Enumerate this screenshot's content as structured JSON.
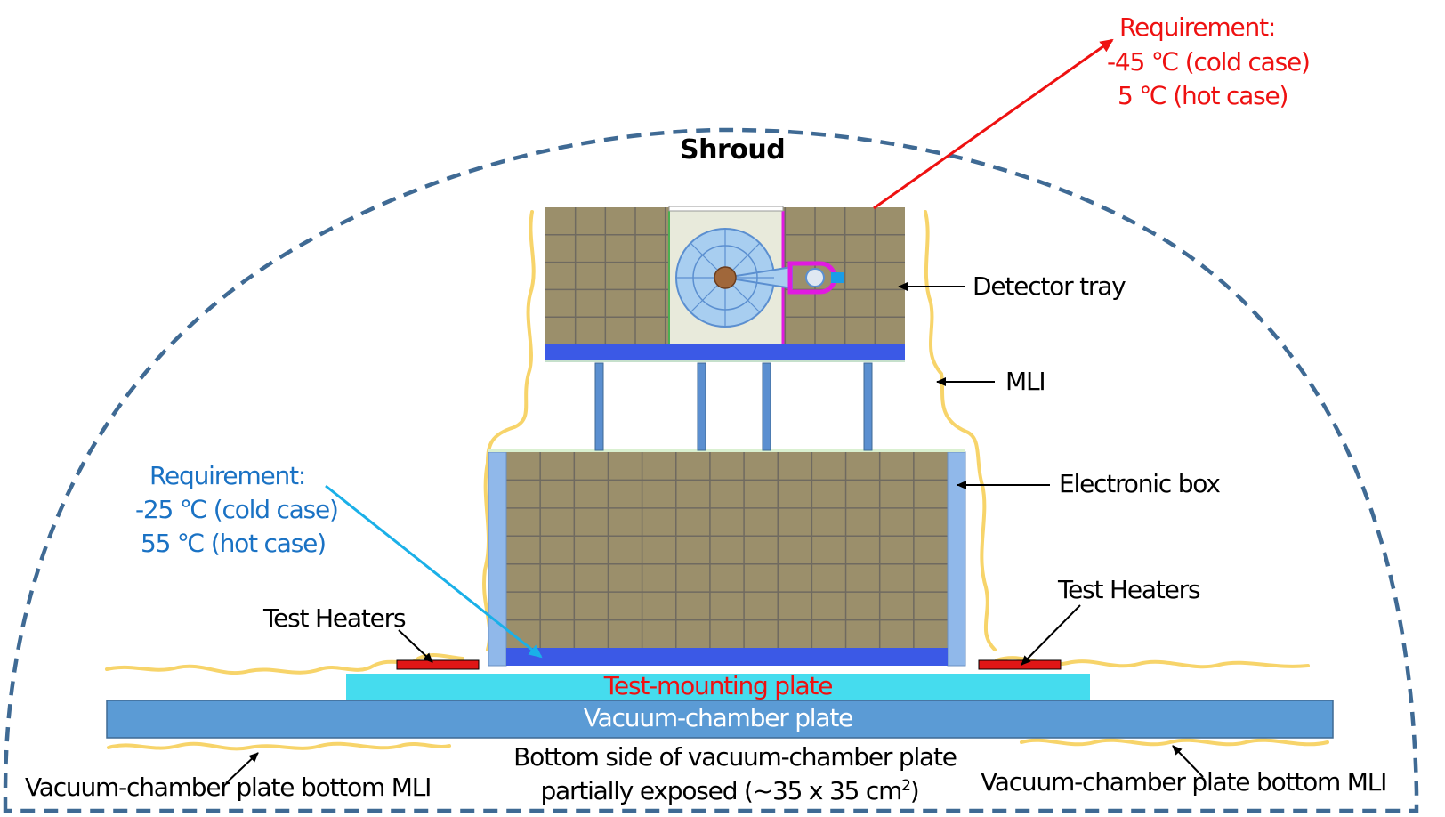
{
  "labels": {
    "shroud": "Shroud",
    "detector_tray": "Detector tray",
    "mli": "MLI",
    "electronic_box": "Electronic box",
    "test_heaters_left": "Test Heaters",
    "test_heaters_right": "Test Heaters",
    "test_mounting_plate": "Test-mounting plate",
    "vacuum_chamber_plate": "Vacuum-chamber plate",
    "bottom_mli_left": "Vacuum-chamber plate bottom MLI",
    "bottom_mli_right": "Vacuum-chamber plate bottom MLI",
    "bottom_side_line1": "Bottom side of vacuum-chamber plate",
    "bottom_side_line2": "partially exposed (~35 x 35 cm",
    "bottom_side_sup": "2",
    "bottom_side_close": ")"
  },
  "requirements": {
    "detector": {
      "title": "Requirement:",
      "cold": "-45 ℃ (cold case)",
      "hot": "5 ℃ (hot case)",
      "color": "#ee1111"
    },
    "electronics": {
      "title": "Requirement:",
      "cold": "-25 ℃ (cold case)",
      "hot": "55 ℃ (hot case)",
      "color": "#1a72c4"
    }
  },
  "colors": {
    "shroud_line": "#3f6a94",
    "mli": "#f7d46a",
    "box_fill": "#9b8f6b",
    "box_grid": "#6f6a60",
    "base_plate_blue": "#3b59e6",
    "side_panel": "#90b8ea",
    "strut": "#5b8fd0",
    "test_mounting_plate": "#45dcee",
    "vacuum_chamber_plate": "#5b9bd5",
    "heater": "#e01616",
    "detector_center": "#e8eadb",
    "magenta": "#e01ae0",
    "detector_disc": "#a8cef0"
  }
}
